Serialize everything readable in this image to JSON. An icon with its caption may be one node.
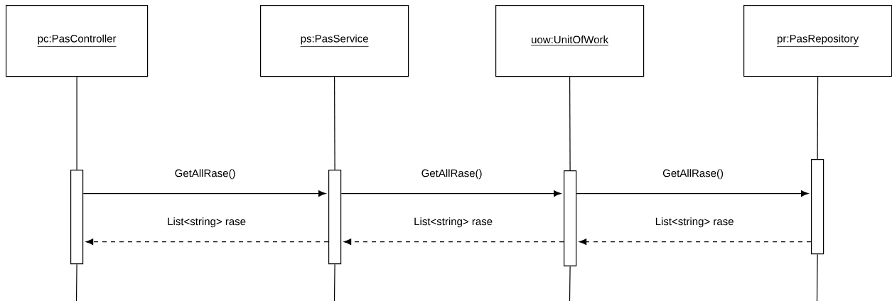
{
  "diagram": {
    "nodes": [
      {
        "text": [
          "pc:PasController"
        ]
      },
      {
        "text": [
          "ps:PasService"
        ]
      },
      {
        "text": [
          "uow:UnitOfWork"
        ]
      },
      {
        "text": [
          "pr:PasRepository"
        ]
      },
      {
        "text": [],
        "shape": "bar"
      },
      {
        "text": [],
        "shape": "bar"
      },
      {
        "text": [],
        "shape": "bar"
      },
      {
        "text": [],
        "shape": "bar"
      }
    ],
    "edges": [
      {
        "from": 4,
        "to": 5,
        "arrow": "to",
        "label": "GetAllRase()"
      },
      {
        "from": 5,
        "to": 6,
        "arrow": "to",
        "label": "GetAllRase()"
      },
      {
        "from": 6,
        "to": 7,
        "arrow": "to",
        "label": "GetAllRase()"
      },
      {
        "from": 7,
        "to": 6,
        "arrow": "to",
        "label": "List<string> rase",
        "style": "dashed"
      },
      {
        "from": 6,
        "to": 5,
        "arrow": "to",
        "label": "List<string> rase",
        "style": "dashed"
      },
      {
        "from": 5,
        "to": 4,
        "arrow": "to",
        "label": "List<string> rase",
        "style": "dashed"
      },
      {
        "from": 0,
        "to": 4,
        "arrow": "none"
      },
      {
        "from": 1,
        "to": 5,
        "arrow": "none"
      },
      {
        "from": 2,
        "to": 6,
        "arrow": "none"
      },
      {
        "from": 3,
        "to": 7,
        "arrow": "none"
      },
      {
        "from": 4,
        "to": null,
        "arrow": "none"
      },
      {
        "from": 5,
        "to": null,
        "arrow": "none"
      },
      {
        "from": 6,
        "to": null,
        "arrow": "none"
      },
      {
        "from": 7,
        "to": null,
        "arrow": "none"
      }
    ]
  }
}
